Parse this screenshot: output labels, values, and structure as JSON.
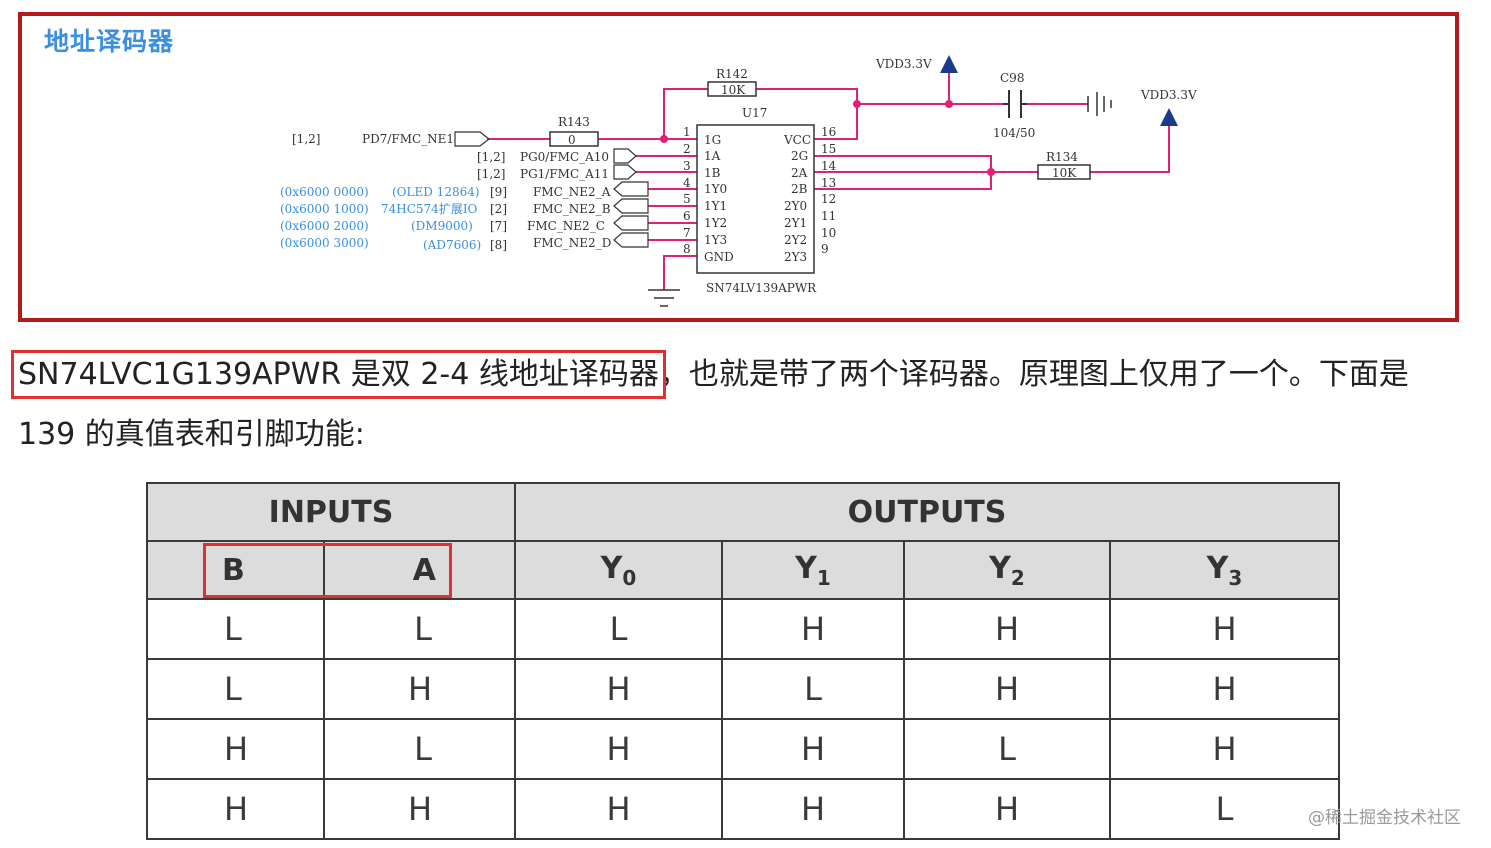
{
  "schematic": {
    "title": "地址译码器",
    "ic_ref": "U17",
    "ic_part": "SN74LV139APWR",
    "left_pins": [
      {
        "num": "1",
        "name": "1G"
      },
      {
        "num": "2",
        "name": "1A"
      },
      {
        "num": "3",
        "name": "1B"
      },
      {
        "num": "4",
        "name": "1Y0"
      },
      {
        "num": "5",
        "name": "1Y1"
      },
      {
        "num": "6",
        "name": "1Y2"
      },
      {
        "num": "7",
        "name": "1Y3"
      },
      {
        "num": "8",
        "name": "GND"
      }
    ],
    "right_pins": [
      {
        "num": "16",
        "name": "VCC"
      },
      {
        "num": "15",
        "name": "2G"
      },
      {
        "num": "14",
        "name": "2A"
      },
      {
        "num": "13",
        "name": "2B"
      },
      {
        "num": "12",
        "name": "2Y0"
      },
      {
        "num": "11",
        "name": "2Y1"
      },
      {
        "num": "10",
        "name": "2Y2"
      },
      {
        "num": "9",
        "name": "2Y3"
      }
    ],
    "r142": {
      "ref": "R142",
      "value": "10K"
    },
    "r143": {
      "ref": "R143",
      "value": "0"
    },
    "r134": {
      "ref": "R134",
      "value": "10K"
    },
    "c98": {
      "ref": "C98",
      "value": "104/50"
    },
    "vdd1": "VDD3.3V",
    "vdd2": "VDD3.3V",
    "net_ne1": {
      "sheet": "[1,2]",
      "name": "PD7/FMC_NE1"
    },
    "net_a10": {
      "sheet": "[1,2]",
      "name": "PG0/FMC_A10"
    },
    "net_a11": {
      "sheet": "[1,2]",
      "name": "PG1/FMC_A11"
    },
    "outputs": [
      {
        "addr": "(0x6000 0000)",
        "dev": "(OLED 12864)",
        "sheet": "[9]",
        "net": "FMC_NE2_A"
      },
      {
        "addr": "(0x6000 1000)",
        "dev": "74HC574扩展IO",
        "sheet": "[2]",
        "net": "FMC_NE2_B"
      },
      {
        "addr": "(0x6000 2000)",
        "dev": "(DM9000)",
        "sheet": "[7]",
        "net": "FMC_NE2_C"
      },
      {
        "addr": "(0x6000 3000)",
        "dev": "(AD7606)",
        "sheet": "[8]",
        "net": "FMC_NE2_D"
      }
    ]
  },
  "paragraph": {
    "highlight": "SN74LVC1G139APWR 是双 2-4 线地址译码器",
    "rest_line1": "，也就是带了两个译码器。原理图上仅用了一个。下面是",
    "line2": "139 的真值表和引脚功能:"
  },
  "truth_table": {
    "group_inputs": "INPUTS",
    "group_outputs": "OUTPUTS",
    "col_b": "B",
    "col_a": "A",
    "out_cols": [
      {
        "base": "Y",
        "sub": "0"
      },
      {
        "base": "Y",
        "sub": "1"
      },
      {
        "base": "Y",
        "sub": "2"
      },
      {
        "base": "Y",
        "sub": "3"
      }
    ],
    "rows": [
      [
        "L",
        "L",
        "L",
        "H",
        "H",
        "H"
      ],
      [
        "L",
        "H",
        "H",
        "L",
        "H",
        "H"
      ],
      [
        "H",
        "L",
        "H",
        "H",
        "L",
        "H"
      ],
      [
        "H",
        "H",
        "H",
        "H",
        "H",
        "L"
      ]
    ]
  },
  "watermark": "@稀土掘金技术社区",
  "colors": {
    "frame": "#b51a1a",
    "wire": "#e0207a",
    "title_blue": "#3a8fe0",
    "highlight": "#e03030"
  }
}
